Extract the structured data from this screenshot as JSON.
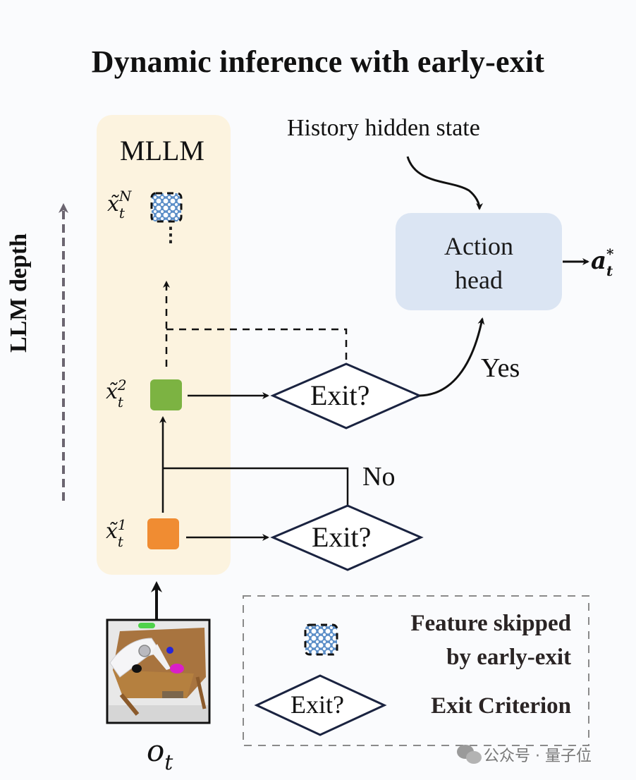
{
  "title": "Dynamic inference with early-exit",
  "mllm": {
    "label": "MLLM",
    "features": [
      {
        "base": "x̃",
        "sub": "t",
        "sup": "N",
        "state": "skipped",
        "color": "#6b9bd1"
      },
      {
        "base": "x̃",
        "sub": "t",
        "sup": "2",
        "state": "computed",
        "color": "#7cb342"
      },
      {
        "base": "x̃",
        "sub": "t",
        "sup": "1",
        "state": "computed",
        "color": "#f08c32"
      }
    ],
    "ellipsis": "⋮",
    "background_color": "#fcf3df"
  },
  "axis": {
    "label": "LLM depth"
  },
  "history": {
    "label": "History hidden state"
  },
  "action_head": {
    "line1": "Action",
    "line2": "head",
    "color": "#dbe5f3",
    "output_base": "a",
    "output_sub": "t",
    "output_sup": "*"
  },
  "decisions": [
    {
      "label": "Exit?",
      "branch": "Yes"
    },
    {
      "label": "Exit?",
      "branch": "No"
    }
  ],
  "observation": {
    "base": "o",
    "sub": "t"
  },
  "legend": {
    "skipped_line1": "Feature skipped",
    "skipped_line2": "by early-exit",
    "exit_shape_label": "Exit?",
    "exit_desc": "Exit Criterion"
  },
  "watermark": {
    "text": "公众号 · 量子位"
  }
}
